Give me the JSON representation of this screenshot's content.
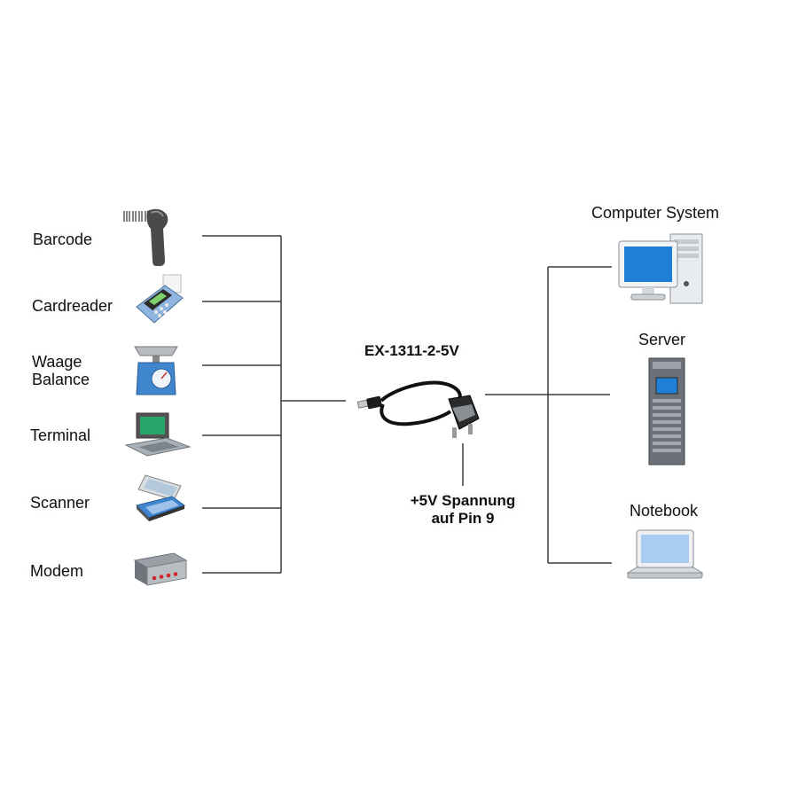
{
  "devices_left": [
    {
      "label": "Barcode",
      "icon": "barcode-scanner-icon"
    },
    {
      "label": "Cardreader",
      "icon": "card-terminal-icon"
    },
    {
      "label_line1": "Waage",
      "label_line2": "Balance",
      "icon": "scale-icon"
    },
    {
      "label": "Terminal",
      "icon": "terminal-icon"
    },
    {
      "label": "Scanner",
      "icon": "flatbed-scanner-icon"
    },
    {
      "label": "Modem",
      "icon": "modem-icon"
    }
  ],
  "adapter": {
    "title": "EX-1311-2-5V",
    "note_line1": "+5V Spannung",
    "note_line2": "auf Pin 9",
    "icon": "usb-serial-cable-icon"
  },
  "devices_right": [
    {
      "label": "Computer System",
      "icon": "desktop-computer-icon"
    },
    {
      "label": "Server",
      "icon": "server-rack-icon"
    },
    {
      "label": "Notebook",
      "icon": "laptop-icon"
    }
  ],
  "colors": {
    "line": "#3a3a3a",
    "screen": "#1f7fd6",
    "grey": "#9aa0a6"
  }
}
